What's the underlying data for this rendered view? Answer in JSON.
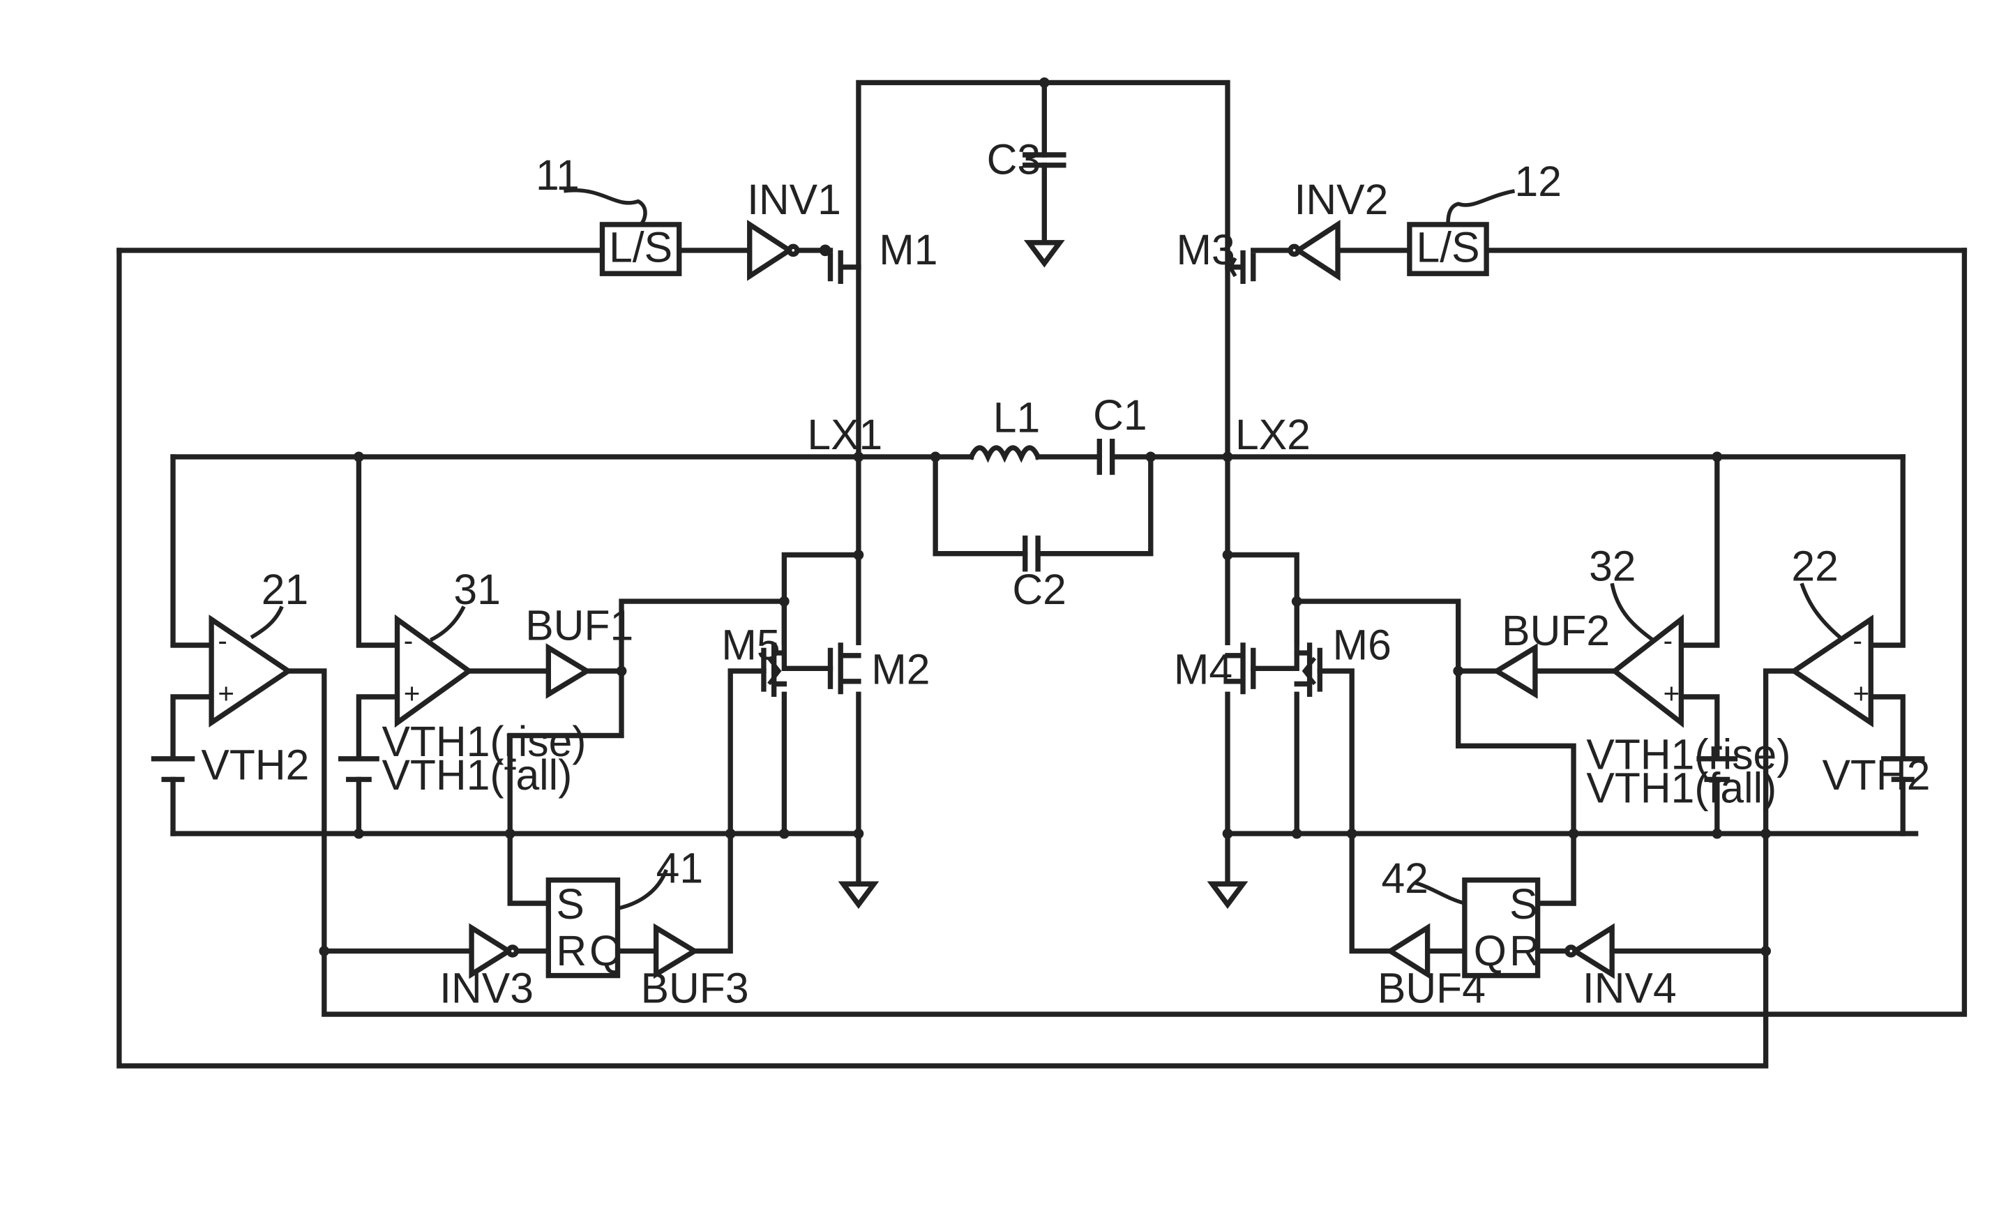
{
  "components": {
    "M1": "M1",
    "M2": "M2",
    "M3": "M3",
    "M4": "M4",
    "M5": "M5",
    "M6": "M6",
    "C1": "C1",
    "C2": "C2",
    "C3": "C3",
    "L1": "L1",
    "LX1": "LX1",
    "LX2": "LX2",
    "INV1": "INV1",
    "INV2": "INV2",
    "INV3": "INV3",
    "INV4": "INV4",
    "BUF1": "BUF1",
    "BUF2": "BUF2",
    "BUF3": "BUF3",
    "BUF4": "BUF4",
    "ls_text": "L/S",
    "ref11": "11",
    "ref12": "12",
    "ref21": "21",
    "ref22": "22",
    "ref31": "31",
    "ref32": "32",
    "ref41": "41",
    "ref42": "42",
    "vth1_rise": "VTH1(rise)",
    "vth1_fall": "VTH1(fall)",
    "vth2": "VTH2",
    "pin_s": "S",
    "pin_r": "R",
    "pin_q": "Q",
    "minus": "-",
    "plus": "+"
  }
}
